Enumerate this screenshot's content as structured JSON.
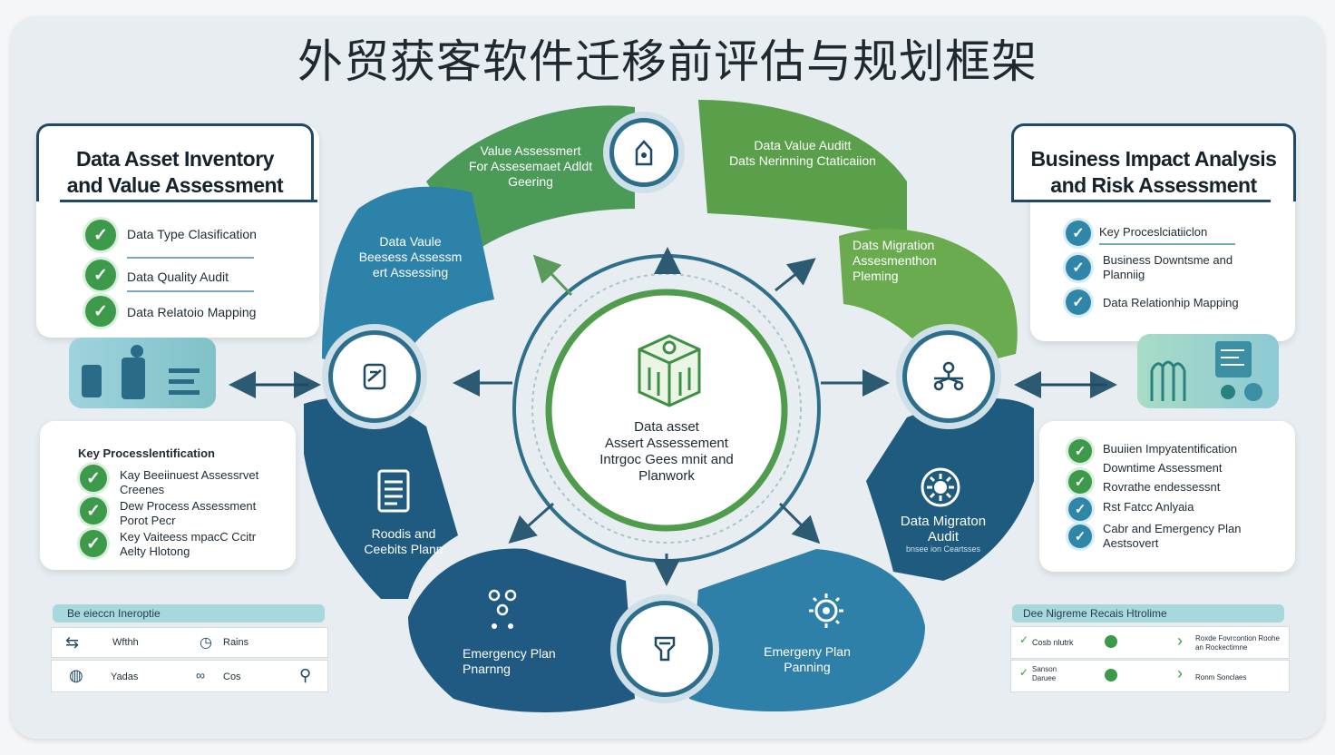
{
  "title": "外贸获客软件迁移前评估与规划框架",
  "left_card": {
    "title_line1": "Data Asset Inventory",
    "title_line2": "and Value Assessment",
    "items": [
      "Data Type Clasification",
      "Data Quality Audit",
      "Data Relatoio Mapping"
    ]
  },
  "right_card": {
    "title_line1": "Business Impact Analysis",
    "title_line2": "and Risk Assessment",
    "items": [
      "Key Proceslciatiiclon",
      "Business Downtsme and Planniig",
      "Data Relationhip Mapping"
    ]
  },
  "left_lower_card": {
    "heading": "Key Processlentification",
    "items": [
      "Kay Beeiinuest Assessrvet Creenes",
      "Dew Process Assessment Porot Pecr",
      "Key Vaiteess mpacC Ccitr Aelty Hlotong"
    ]
  },
  "right_lower_card": {
    "items": [
      "Buuiien Impyatentification",
      "Downtime Assessment",
      "Rovrathe endessessnt",
      "Rst Fatcc Anlyaia",
      "Cabr and Emergency Plan Aestsovert"
    ]
  },
  "ring": {
    "top_left": "Value Assessmert\nFor Assesemaet Adldt Geering",
    "top_right": "Data Value Auditt\nDats Nerinning Ctaticaiion",
    "left_upper": "Data Vaule Beesess Assessm ert Assessing",
    "right_upper": "Dats Migration Assesmenthon Pleming",
    "left_lower": "Roodis and Ceebits Plann",
    "right_lower_title": "Data Migraton Audit",
    "right_lower_sub": "bnsee ion Ceartsses",
    "bottom_left": "Emergency Plan Pnarnng",
    "bottom_right": "Emergeny Plan Panning"
  },
  "center": {
    "line1": "Data asset",
    "line2": "Assert Assessement",
    "line3": "Intrgoc Gees mnit and",
    "line4": "Planwork"
  },
  "legend_left": {
    "header": "Be eieccn Ineroptie",
    "row1": [
      "Wfthh",
      "Rains"
    ],
    "row2": [
      "Yadas",
      "Cos"
    ]
  },
  "legend_right": {
    "header": "Dee Nigreme Recais Htrolime",
    "row1": [
      "Cosb nlutrk",
      "Roxde Fovrcontion Roohe an Rockectimne"
    ],
    "row2": [
      "Sanson Daruee",
      "Ronm Sonclaes"
    ]
  },
  "colors": {
    "dark_blue": "#1d5478",
    "mid_blue": "#2f7fa6",
    "green": "#4d9a4e",
    "light_green": "#6fae4f",
    "check_green": "#3c9a4a",
    "node_border": "#2d6e8c"
  }
}
